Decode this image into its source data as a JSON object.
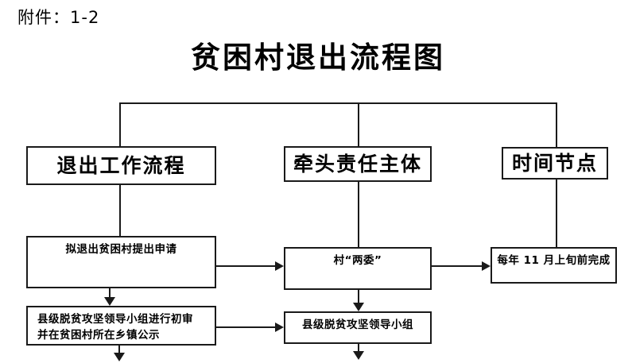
{
  "document": {
    "attachment_label": "附件：1-2",
    "title": "贫困村退出流程图"
  },
  "columns": {
    "workflow": {
      "header": "退出工作流程"
    },
    "responsible": {
      "header": "牵头责任主体"
    },
    "timing": {
      "header": "时间节点"
    }
  },
  "nodes": {
    "workflow_step1": "拟退出贫困村提出申请",
    "workflow_step2": "县级脱贫攻坚领导小组进行初审\n并在贫困村所在乡镇公示",
    "responsible_step1": "村“两委”",
    "responsible_step2": "县级脱贫攻坚领导小组",
    "timing_step1": "每年 11 月上旬前完成"
  },
  "colors": {
    "stroke": "#1a1a1a",
    "background": "#ffffff",
    "text": "#000000"
  }
}
